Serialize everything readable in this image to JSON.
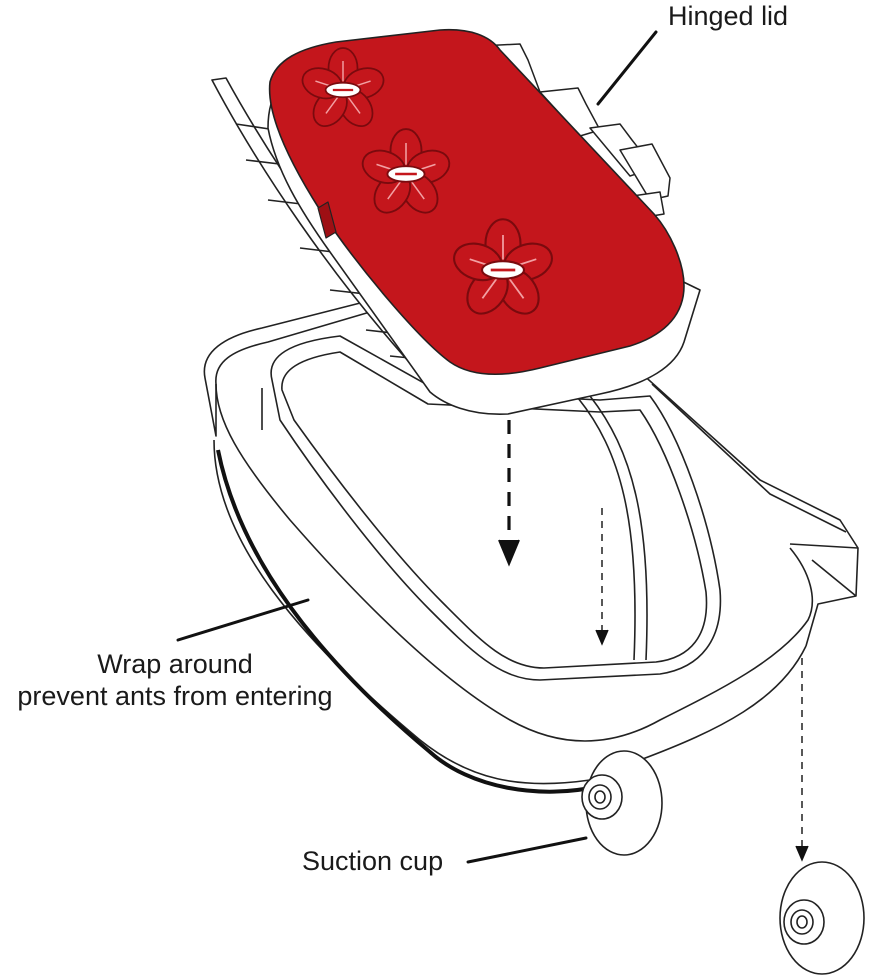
{
  "labels": {
    "hinged_lid": "Hinged lid",
    "wrap_line1": "Wrap around",
    "wrap_line2": "prevent ants from entering",
    "suction_cup": "Suction cup"
  },
  "colors": {
    "lid_red": "#c4161c",
    "lid_dark": "#9e0f14",
    "outline": "#222222",
    "background": "#ffffff",
    "flower_highlight": "#e84a4f"
  },
  "illustration": {
    "lid_decoration_icon": "cherry-blossom-icon",
    "flower_count": 3,
    "suction_cup_count": 2
  }
}
